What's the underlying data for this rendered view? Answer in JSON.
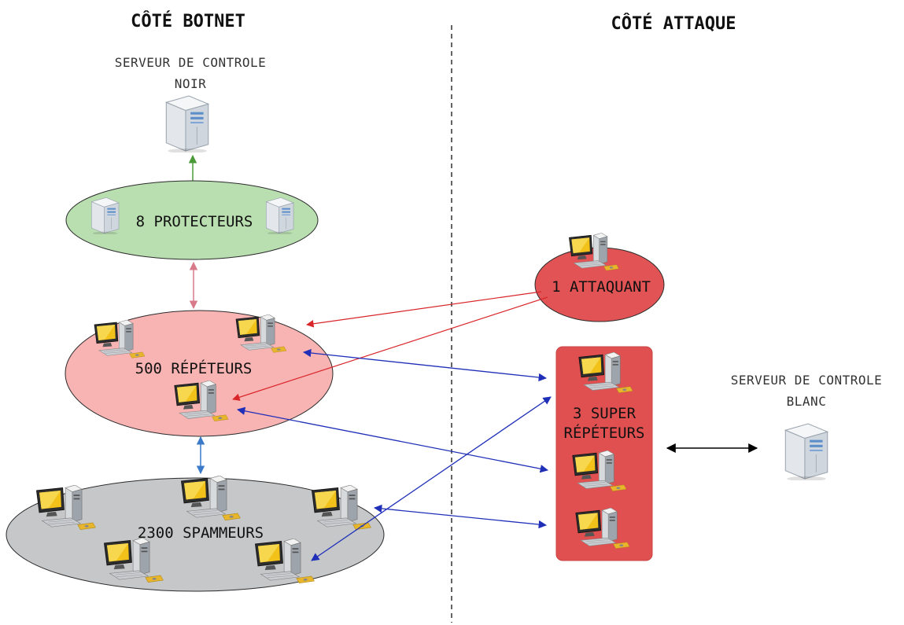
{
  "headers": {
    "botnet_side": "CÔTÉ BOTNET",
    "attack_side": "CÔTÉ ATTAQUE"
  },
  "servers": {
    "black": {
      "line1": "SERVEUR DE CONTROLE",
      "line2": "NOIR"
    },
    "white": {
      "line1": "SERVEUR DE CONTROLE",
      "line2": "BLANC"
    }
  },
  "groups": {
    "protectors": "8 PROTECTEURS",
    "repeaters": "500 RÉPÉTEURS",
    "spammers": "2300 SPAMMEURS",
    "attacker": "1 ATTAQUANT",
    "super_repeaters": {
      "line1": "3 SUPER",
      "line2": "RÉPÉTEURS"
    }
  },
  "colors": {
    "protectors_fill": "#b9dfb1",
    "repeaters_fill": "#f8b3b3",
    "spammers_fill": "#c5c7c9",
    "attacker_fill": "#e15354",
    "super_fill": "#e05050",
    "arrow_green": "#4a9a3a",
    "arrow_pink": "#d87a8a",
    "arrow_red": "#d9262a",
    "arrow_blue": "#1f2fb8",
    "arrow_lightblue": "#3a7ac8",
    "arrow_black": "#000000"
  },
  "icons": [
    "server-tower-icon",
    "desktop-computer-icon"
  ]
}
